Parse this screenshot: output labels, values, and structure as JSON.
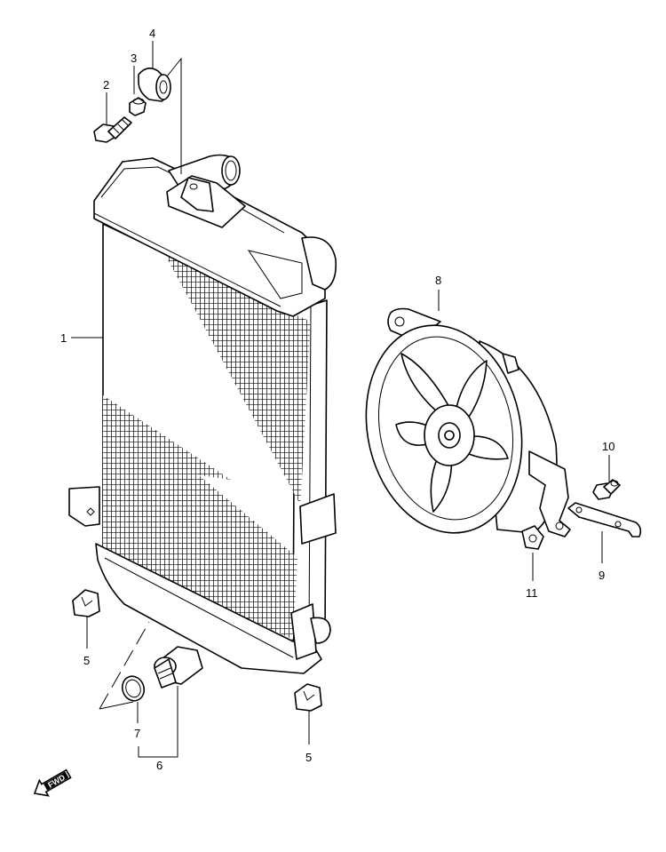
{
  "callouts": {
    "c1": "1",
    "c2": "2",
    "c3": "3",
    "c4": "4",
    "c5a": "5",
    "c5b": "5",
    "c6": "6",
    "c7": "7",
    "c8": "8",
    "c9": "9",
    "c10": "10",
    "c11": "11"
  },
  "direction_arrow": {
    "label": "FWD",
    "icon": "fwd-arrow-icon"
  }
}
